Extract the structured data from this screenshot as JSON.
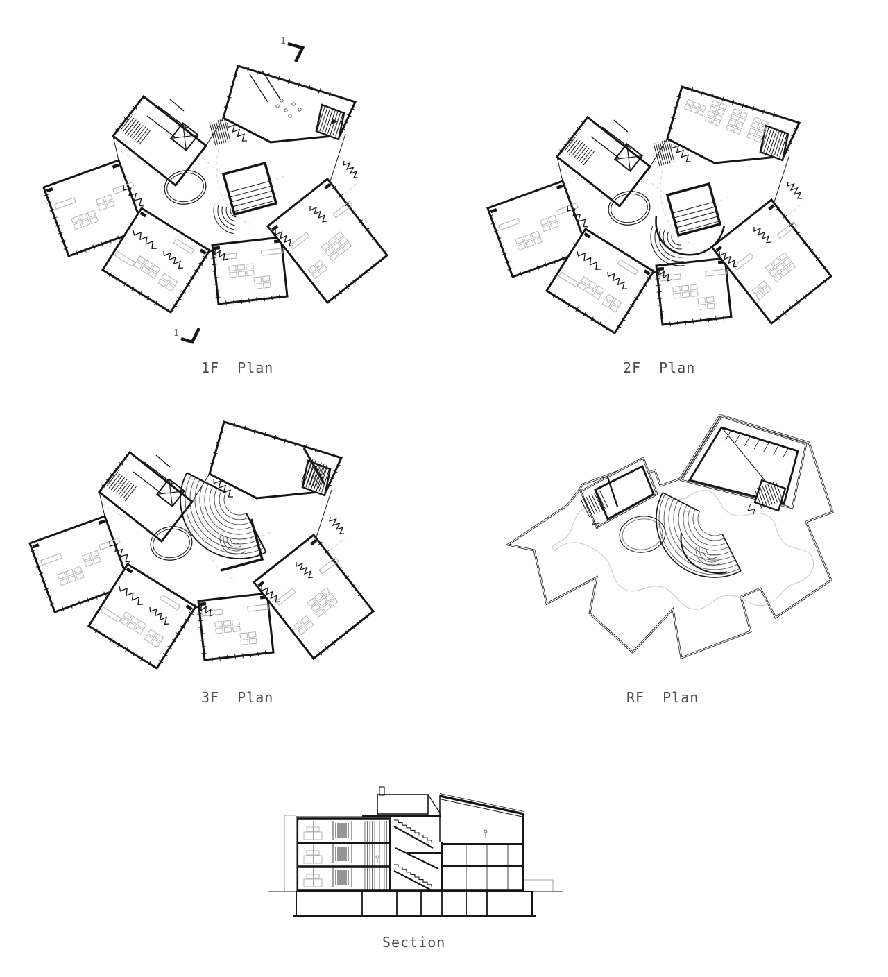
{
  "sheet": {
    "background": "#ffffff",
    "ink": "#161616",
    "furniture_gray": "#b4b4b4",
    "guide_gray": "#d8d8d8",
    "label_color": "#4d4d4d"
  },
  "drawings": {
    "plan_1f": {
      "label": "1F  Plan"
    },
    "plan_2f": {
      "label": "2F  Plan"
    },
    "plan_3f": {
      "label": "3F  Plan"
    },
    "plan_rf": {
      "label": "RF  Plan"
    },
    "section": {
      "label": "Section"
    }
  },
  "section_markers": {
    "top": {
      "number": "1"
    },
    "bottom": {
      "number": "1"
    }
  }
}
